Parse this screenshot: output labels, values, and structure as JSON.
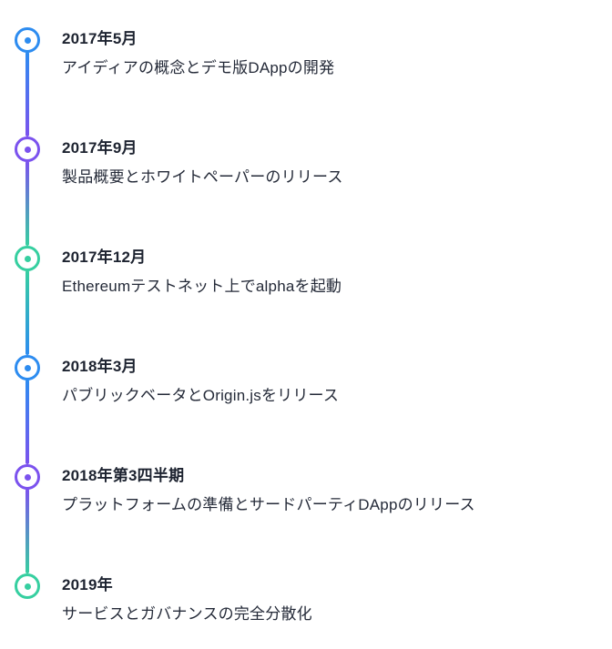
{
  "timeline": {
    "background_color": "#ffffff",
    "text_color": "#1d2330",
    "palette": {
      "blue": "#2d8cf0",
      "purple": "#7b52ee",
      "green": "#36cfa0"
    },
    "items": [
      {
        "title": "2017年5月",
        "description": "アイディアの概念とデモ版DAppの開発",
        "color": "#2d8cf0"
      },
      {
        "title": "2017年9月",
        "description": "製品概要とホワイトペーパーのリリース",
        "color": "#7b52ee"
      },
      {
        "title": "2017年12月",
        "description": "Ethereumテストネット上でalphaを起動",
        "color": "#36cfa0"
      },
      {
        "title": "2018年3月",
        "description": "パブリックベータとOrigin.jsをリリース",
        "color": "#2d8cf0"
      },
      {
        "title": "2018年第3四半期",
        "description": "プラットフォームの準備とサードパーティDAppのリリース",
        "color": "#7b52ee"
      },
      {
        "title": "2019年",
        "description": "サービスとガバナンスの完全分散化",
        "color": "#36cfa0"
      }
    ]
  }
}
